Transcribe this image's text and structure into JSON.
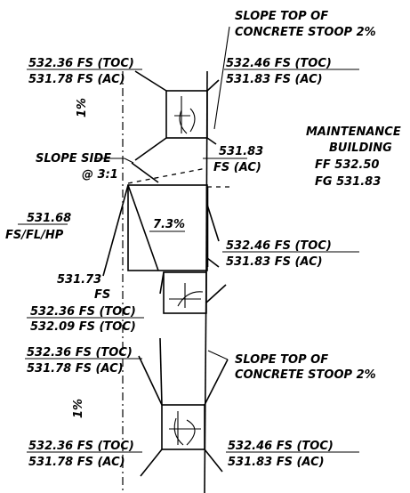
{
  "labels": {
    "slope_top_stoop_upper_1": "SLOPE TOP OF",
    "slope_top_stoop_upper_2": "CONCRETE STOOP 2%",
    "upper_left_toc": "532.36 FS (TOC)",
    "upper_left_ac": "531.78 FS (AC)",
    "upper_right_toc": "532.46 FS (TOC)",
    "upper_right_ac": "531.83 FS (AC)",
    "slope_upper_left": "1%",
    "slope_side_1": "SLOPE SIDE",
    "slope_side_2": "@ 3:1",
    "mid_531_83_value": "531.83",
    "mid_531_83_fs": "FS (AC)",
    "building_1": "MAINTENANCE",
    "building_2": "BUILDING",
    "building_ff": "FF 532.50",
    "building_fg": "FG 531.83",
    "ramp_elev": "531.68",
    "ramp_desc": "FS/FL/HP",
    "ramp_slope": "7.3%",
    "mid_right_toc": "532.46 FS (TOC)",
    "mid_right_ac": "531.83 FS (AC)",
    "low_531_73": "531.73",
    "low_fs": "FS",
    "mid_left_toc": "532.36 FS (TOC)",
    "mid_left_toc2": "532.09 FS (TOC)",
    "lower_left_toc": "532.36 FS (TOC)",
    "lower_left_ac": "531.78 FS (AC)",
    "slope_top_stoop_lower_1": "SLOPE TOP OF",
    "slope_top_stoop_lower_2": "CONCRETE STOOP 2%",
    "slope_lower_left": "1%",
    "bottom_left_toc": "532.36 FS (TOC)",
    "bottom_left_ac": "531.78 FS (AC)",
    "bottom_right_toc": "532.46 FS (TOC)",
    "bottom_right_ac": "531.83 FS (AC)"
  }
}
